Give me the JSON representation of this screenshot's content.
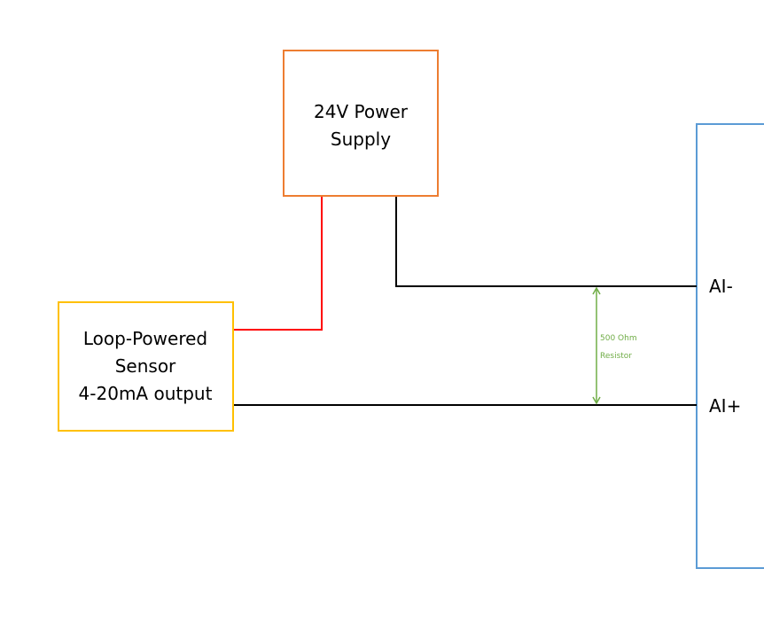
{
  "power_supply": {
    "line1": "24V Power",
    "line2": "Supply",
    "border_color": "#ed7d31"
  },
  "sensor": {
    "line1": "Loop-Powered",
    "line2": "Sensor",
    "line3": "4-20mA output",
    "border_color": "#ffc000"
  },
  "daq": {
    "border_color": "#5b9bd5",
    "terminals": {
      "ai_minus": "AI-",
      "ai_plus": "AI+"
    }
  },
  "resistor": {
    "line1": "500 Ohm",
    "line2": "Resistor",
    "color": "#70ad47"
  },
  "wires": {
    "positive_color": "#ff0000",
    "ground_color": "#000000"
  }
}
